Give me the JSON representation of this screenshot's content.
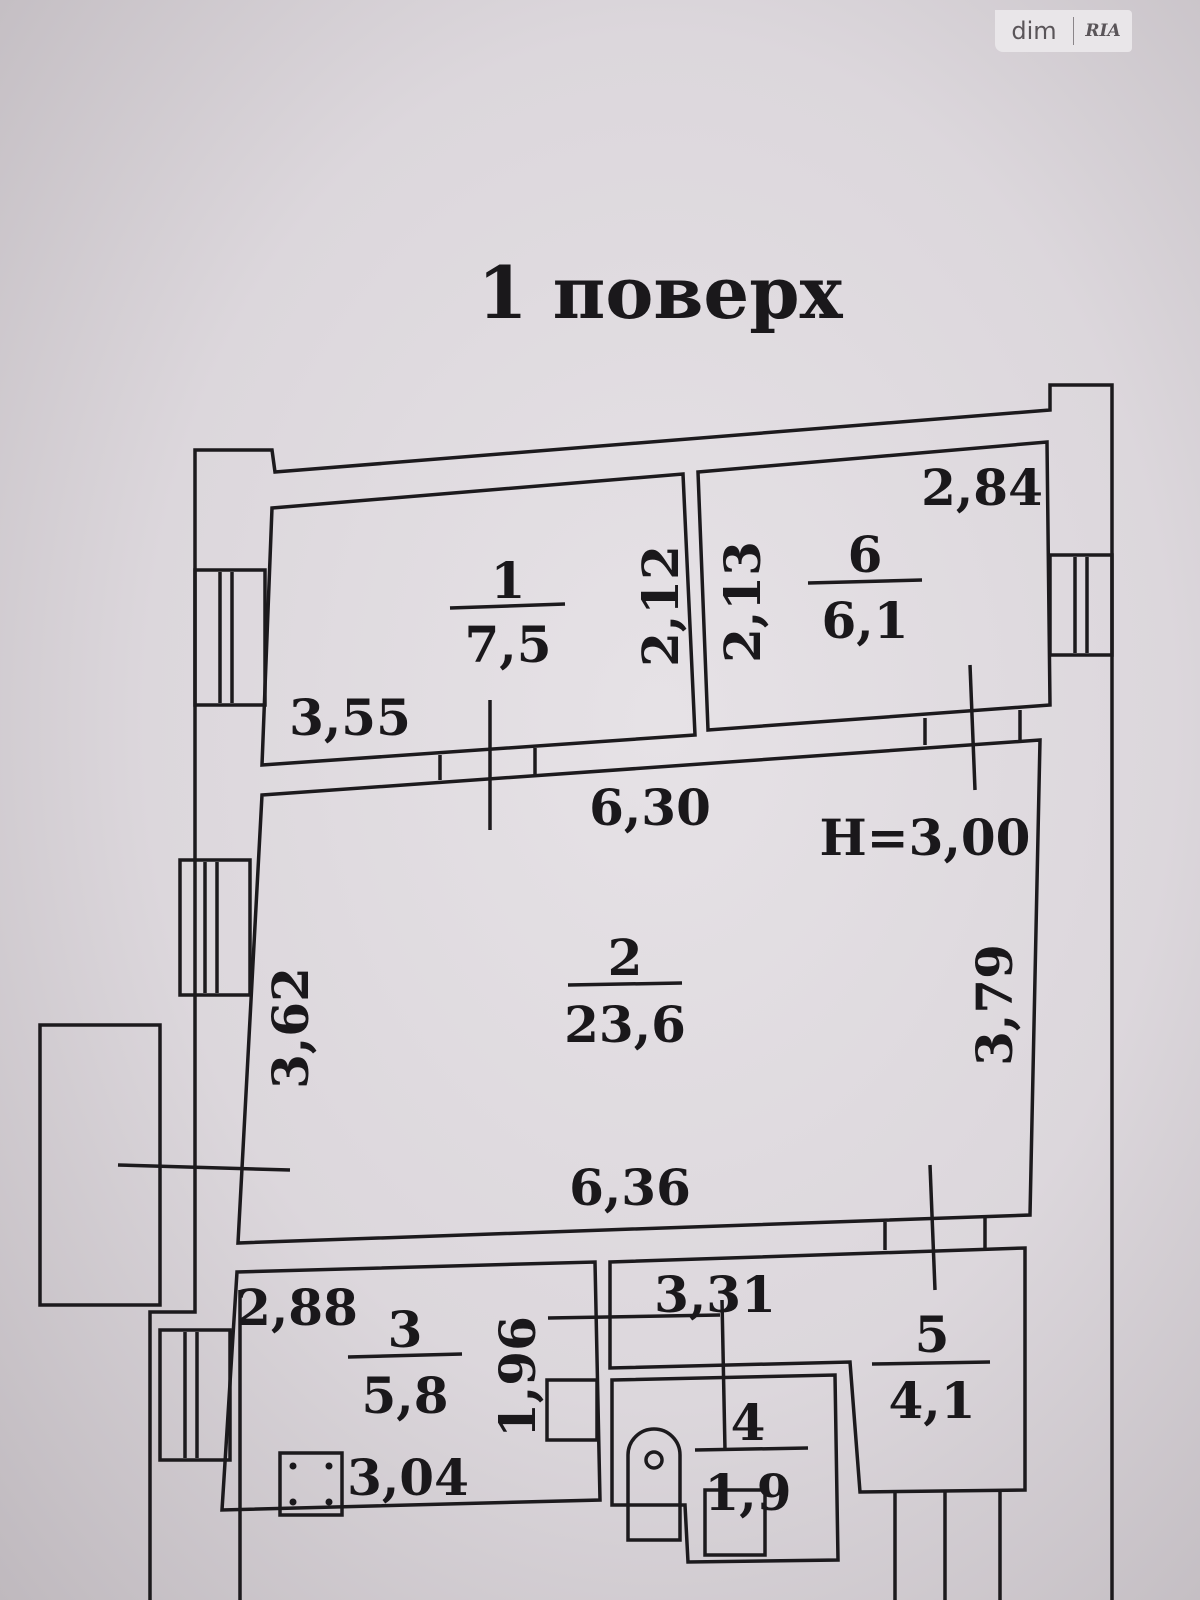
{
  "logo": {
    "left": "dim",
    "right": "RIA"
  },
  "title": "1 поверх",
  "ceiling_height": "H=3,00",
  "rooms": [
    {
      "number": "1",
      "area": "7,5"
    },
    {
      "number": "2",
      "area": "23,6"
    },
    {
      "number": "3",
      "area": "5,8"
    },
    {
      "number": "4",
      "area": "1,9"
    },
    {
      "number": "5",
      "area": "4,1"
    },
    {
      "number": "6",
      "area": "6,1"
    }
  ],
  "dimensions": {
    "d284": "2,84",
    "d212": "2,12",
    "d213": "2,13",
    "d355": "3,55",
    "d630": "6,30",
    "d362": "3,62",
    "d379": "3,79",
    "d636": "6,36",
    "d288": "2,88",
    "d331": "3,31",
    "d196": "1,96",
    "d304": "3,04"
  }
}
